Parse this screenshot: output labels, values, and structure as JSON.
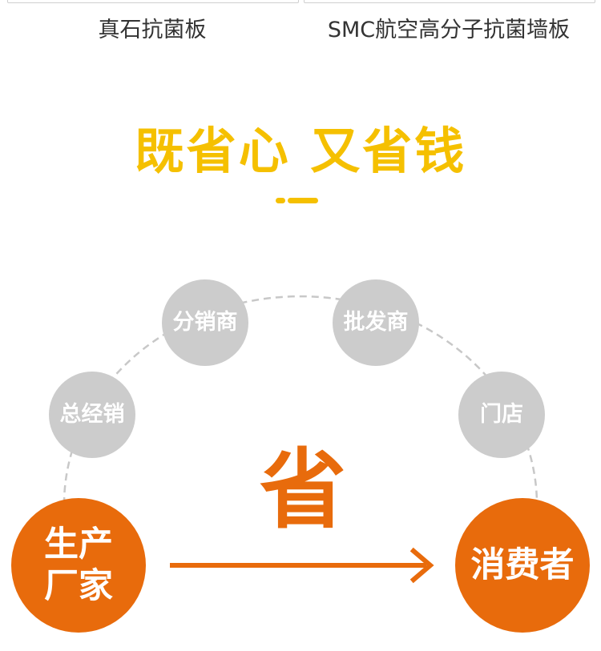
{
  "captions": {
    "left": "真石抗菌板",
    "right": "SMC航空高分子抗菌墙板"
  },
  "headline": "既省心 又省钱",
  "diagram": {
    "intermediaries": [
      {
        "id": "general-distributor",
        "label": "总经销"
      },
      {
        "id": "distributor",
        "label": "分销商"
      },
      {
        "id": "wholesaler",
        "label": "批发商"
      },
      {
        "id": "store",
        "label": "门店"
      }
    ],
    "source": {
      "line1": "生产",
      "line2": "厂家"
    },
    "target": {
      "label": "消费者"
    },
    "saving_label": "省"
  },
  "colors": {
    "headline": "#f5c000",
    "orange": "#e86b0c",
    "gray_node": "#cccccc",
    "dashed_arc": "#c8c8c8"
  }
}
